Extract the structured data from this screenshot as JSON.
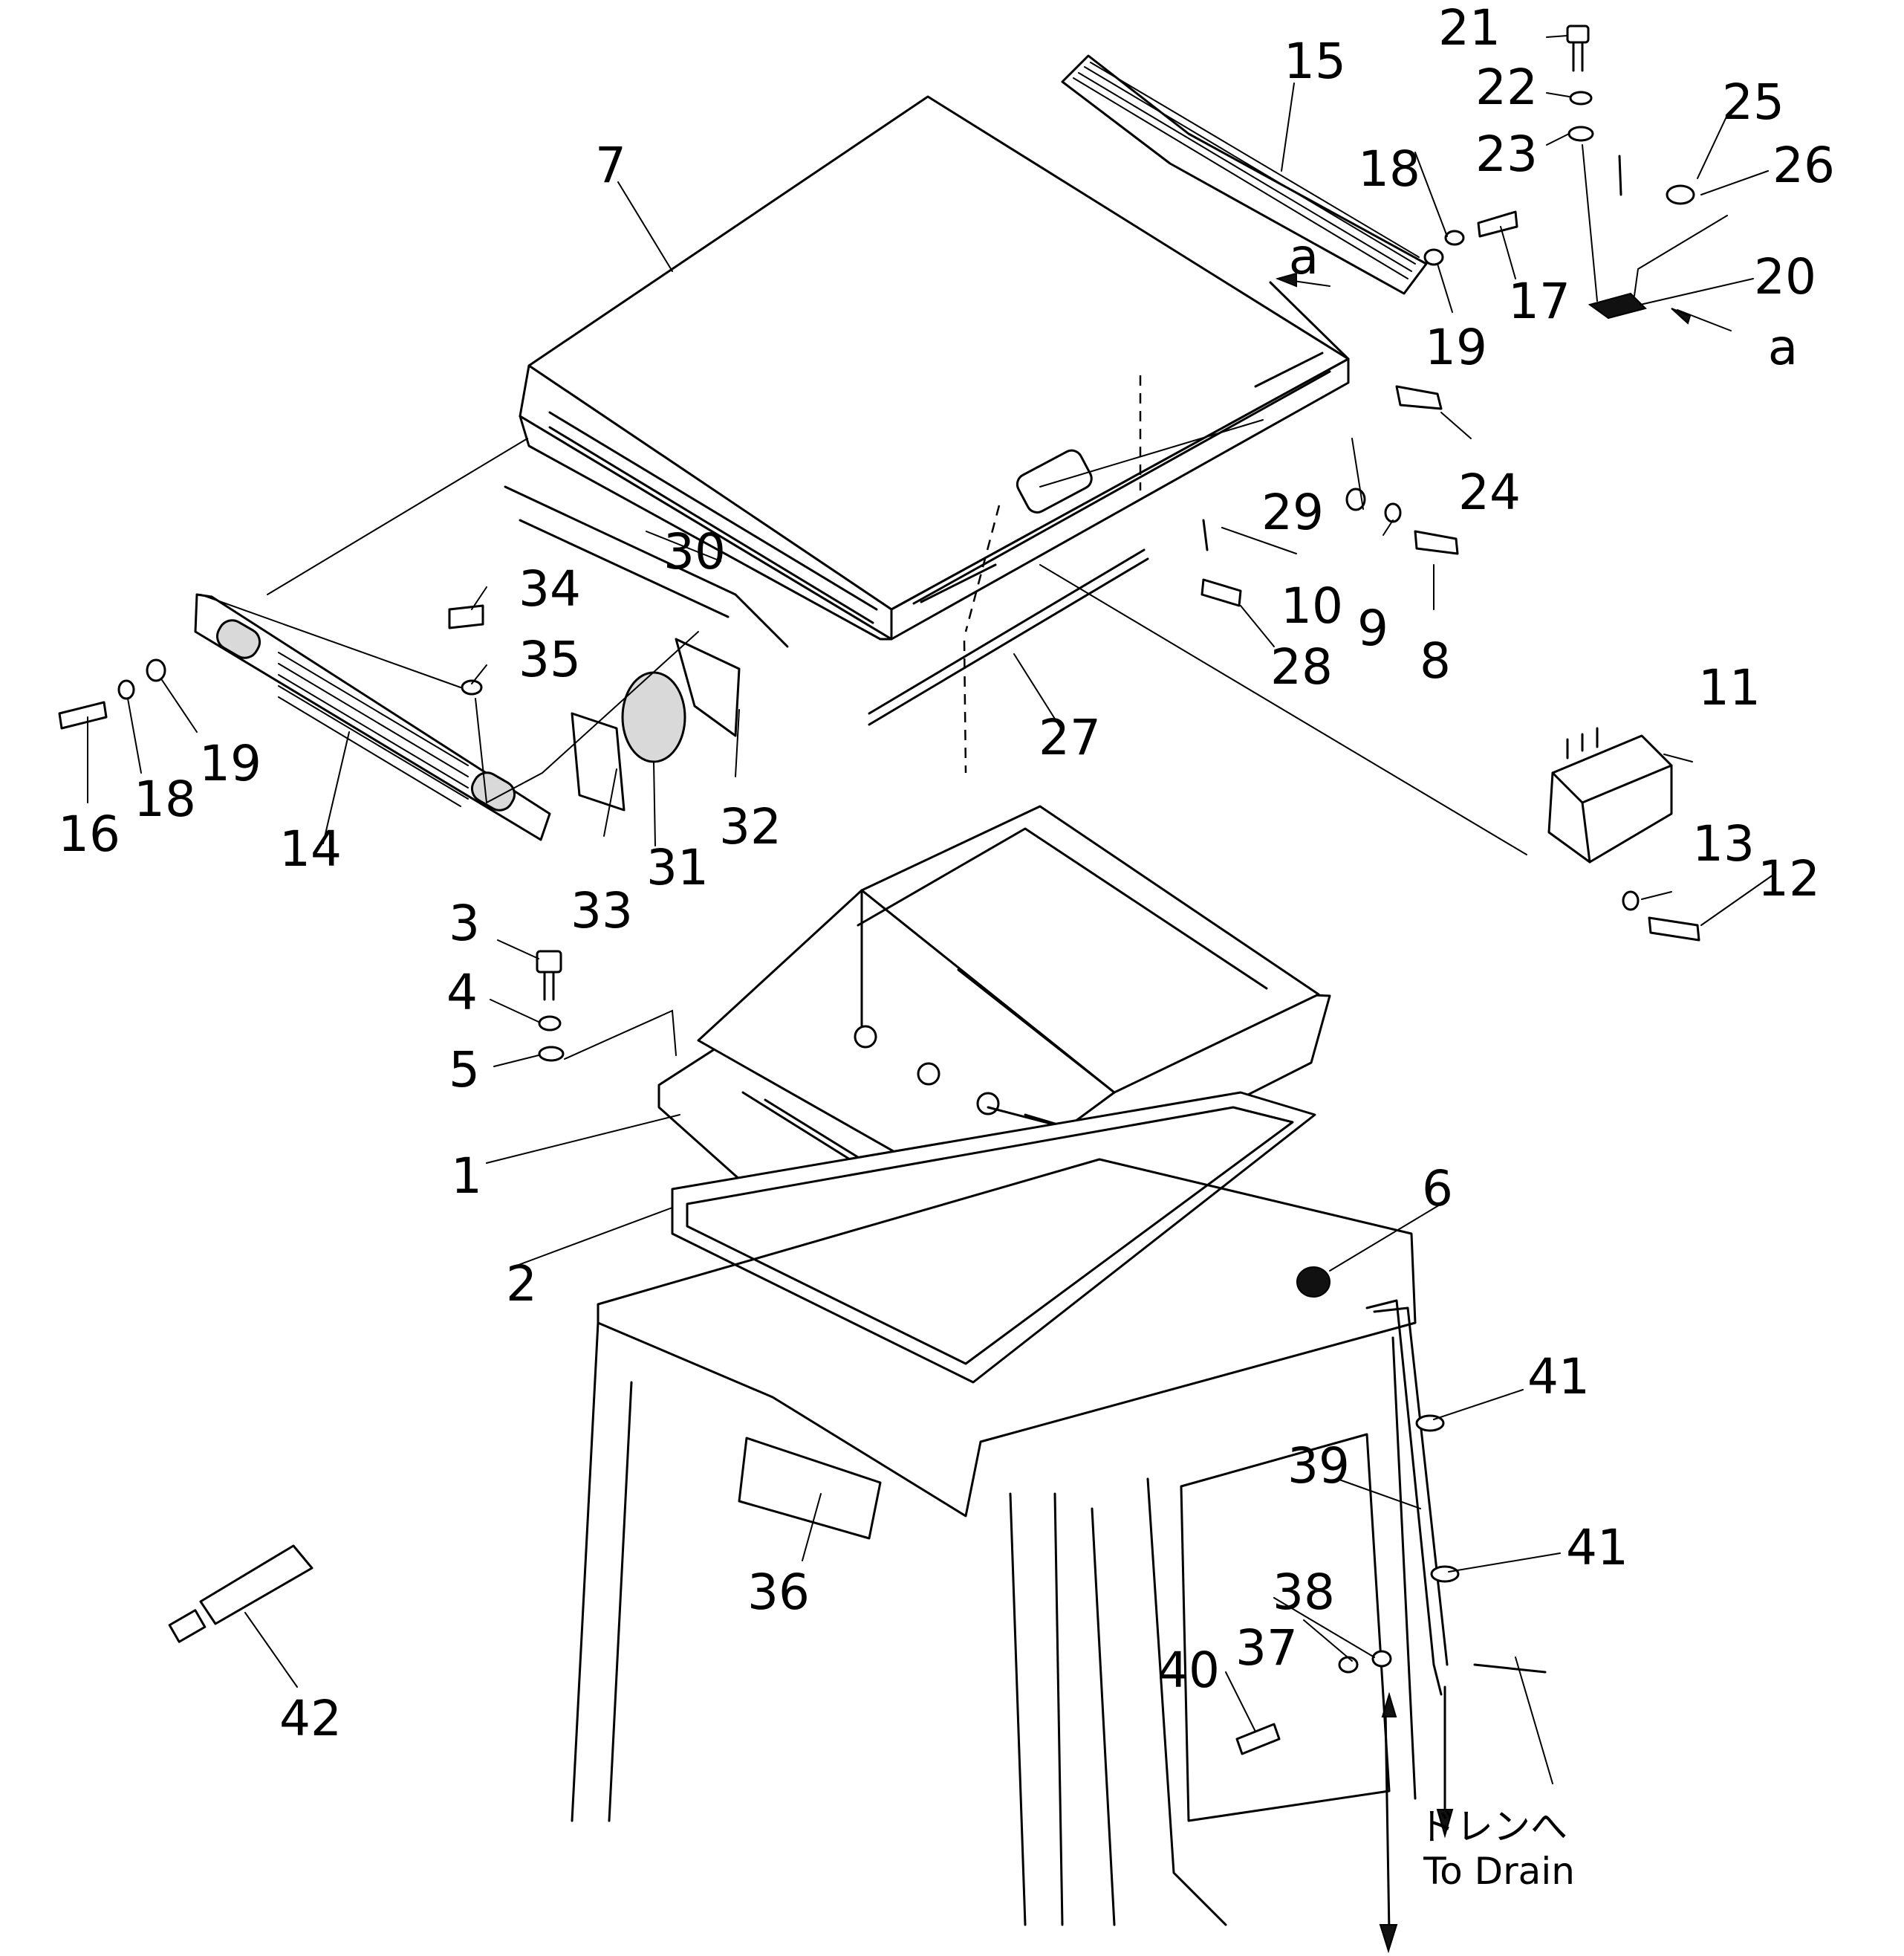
{
  "labels": {
    "p1": "1",
    "p2": "2",
    "p3": "3",
    "p4": "4",
    "p5": "5",
    "p6": "6",
    "p7": "7",
    "p8": "8",
    "p9": "9",
    "p10": "10",
    "p11": "11",
    "p12": "12",
    "p13": "13",
    "p14": "14",
    "p15": "15",
    "p16": "16",
    "p17": "17",
    "p18a": "18",
    "p18b": "18",
    "p19a": "19",
    "p19b": "19",
    "p20": "20",
    "p21": "21",
    "p22": "22",
    "p23": "23",
    "p24": "24",
    "p25": "25",
    "p26": "26",
    "p27": "27",
    "p28": "28",
    "p29": "29",
    "p30": "30",
    "p31": "31",
    "p32": "32",
    "p33": "33",
    "p34": "34",
    "p35": "35",
    "p36": "36",
    "p37": "37",
    "p38": "38",
    "p39": "39",
    "p40": "40",
    "p41a": "41",
    "p41b": "41",
    "p42": "42",
    "a1": "a",
    "a2": "a"
  },
  "drain_note": {
    "jp": "ドレンへ",
    "en": "To Drain"
  }
}
